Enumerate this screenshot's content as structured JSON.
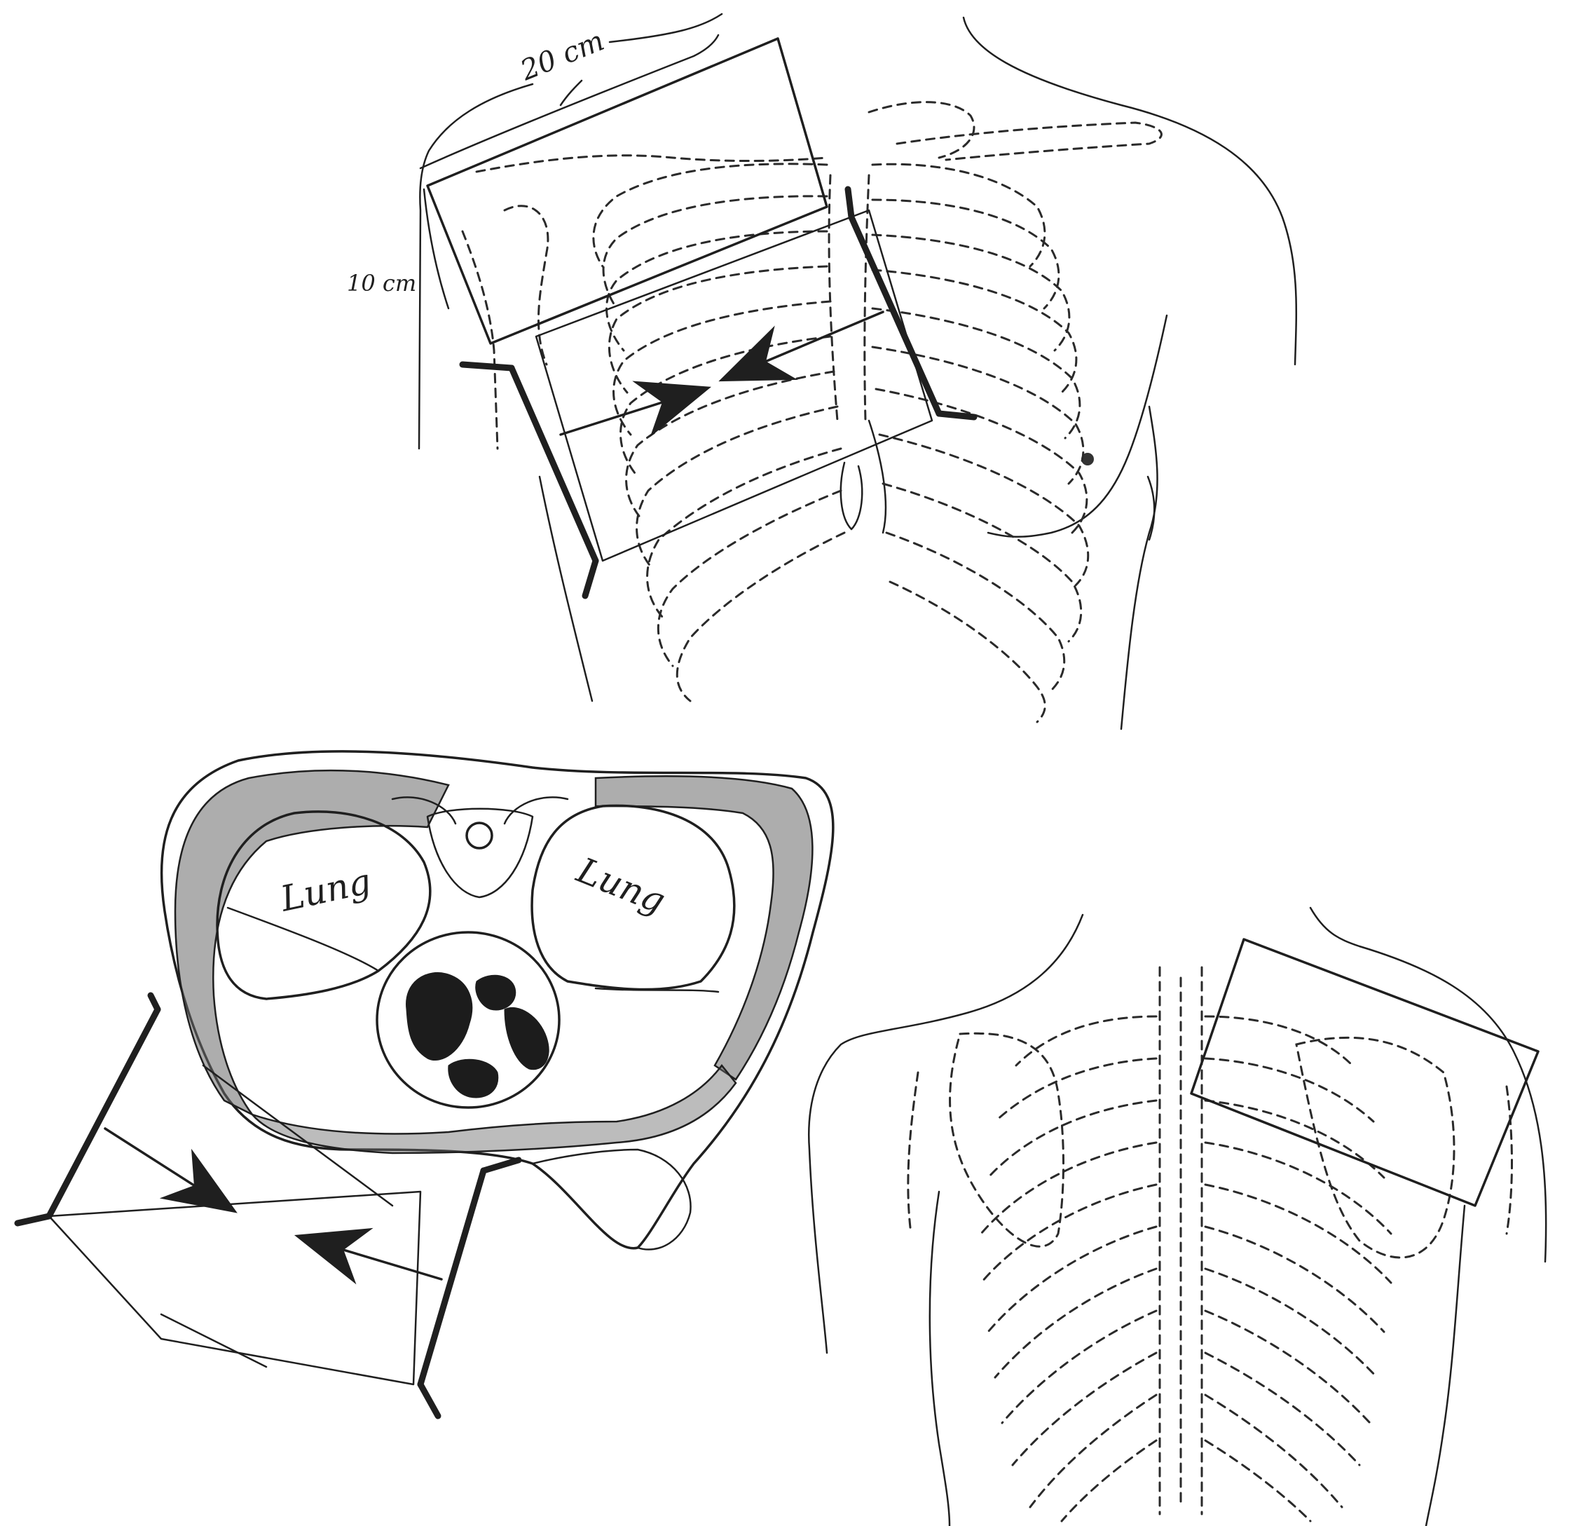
{
  "labels": {
    "width_label": "20 cm",
    "height_label": "10 cm",
    "lung_left": "Lung",
    "lung_right": "Lung"
  },
  "colors": {
    "ink": "#1f1f1f",
    "background": "#ffffff",
    "tissue": "#6a6a6a"
  }
}
